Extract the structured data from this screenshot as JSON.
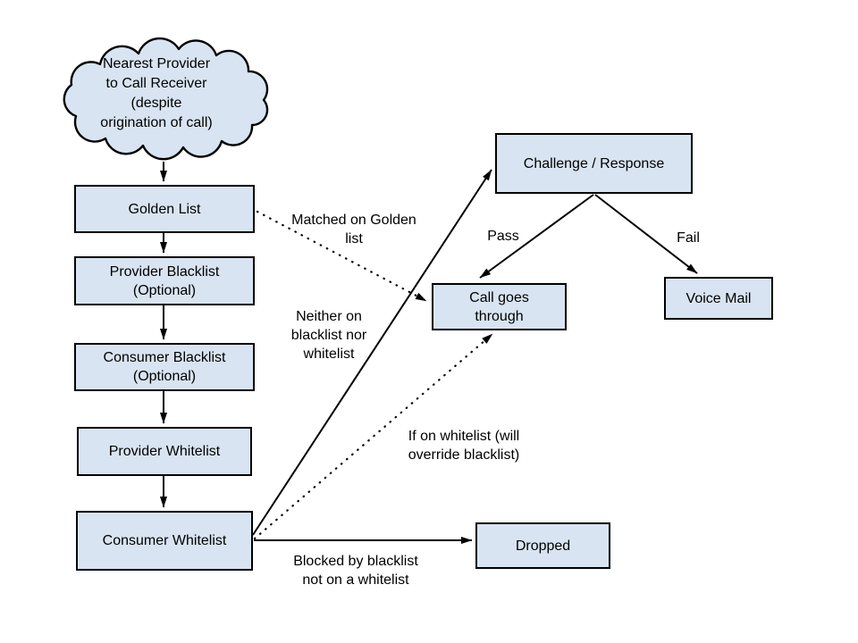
{
  "diagram": {
    "colors": {
      "node_fill": "#d8e4f1",
      "node_border": "#000000",
      "edge": "#000000",
      "text": "#000000",
      "background": "#ffffff"
    },
    "nodes": {
      "cloud": {
        "lines": [
          "Nearest Provider",
          "to Call Receiver",
          "(despite",
          "origination of call)"
        ]
      },
      "golden_list": {
        "label": "Golden List"
      },
      "provider_blacklist": {
        "lines": [
          "Provider Blacklist",
          "(Optional)"
        ]
      },
      "consumer_blacklist": {
        "lines": [
          "Consumer Blacklist",
          "(Optional)"
        ]
      },
      "provider_whitelist": {
        "label": "Provider Whitelist"
      },
      "consumer_whitelist": {
        "label": "Consumer Whitelist"
      },
      "challenge_response": {
        "label": "Challenge / Response"
      },
      "call_goes_through": {
        "lines": [
          "Call goes",
          "through"
        ]
      },
      "voice_mail": {
        "label": "Voice Mail"
      },
      "dropped": {
        "label": "Dropped"
      }
    },
    "edge_labels": {
      "matched_golden": {
        "lines": [
          "Matched on Golden",
          "list"
        ]
      },
      "neither": {
        "lines": [
          "Neither on",
          "blacklist nor",
          "whitelist"
        ]
      },
      "pass": {
        "label": "Pass"
      },
      "fail": {
        "label": "Fail"
      },
      "if_whitelist": {
        "lines": [
          "If on whitelist (will",
          "override blacklist)"
        ]
      },
      "blocked": {
        "lines": [
          "Blocked by blacklist",
          "not on a whitelist"
        ]
      }
    }
  }
}
